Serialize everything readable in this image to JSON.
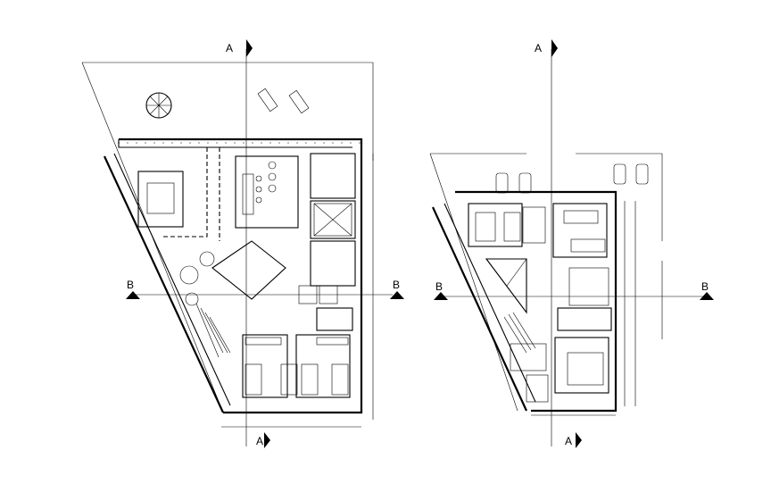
{
  "drawing": {
    "left_plan": {
      "section_a_top": "A",
      "section_a_bottom": "A",
      "section_b_left": "B",
      "section_b_right": "B"
    },
    "right_plan": {
      "section_a_top": "A",
      "section_a_bottom": "A",
      "section_b_left": "B",
      "section_b_right": "B"
    }
  }
}
